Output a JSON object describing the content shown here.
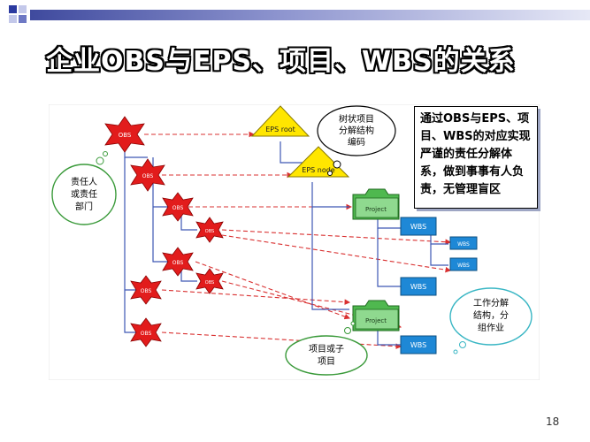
{
  "slide": {
    "title": "企业OBS与EPS、项目、WBS的关系",
    "note": "通过OBS与EPS、项目、WBS的对应实现严谨的责任分解体系，做到事事有人负责，无管理盲区",
    "page_number": "18"
  },
  "diagram": {
    "obs_node_label": "OBS",
    "eps_root_label": "EPS root",
    "eps_node_label": "EPS node",
    "project_label": "Project",
    "wbs_label": "WBS",
    "callout_tree_code": [
      "树状项目",
      "分解结构",
      "编码"
    ],
    "callout_responsible": [
      "责任人",
      "或责任",
      "部门"
    ],
    "callout_project": [
      "项目或子",
      "项目"
    ],
    "callout_wbs": [
      "工作分解",
      "结构，分",
      "组作业"
    ]
  },
  "colors": {
    "obs_red": "#e21c1c",
    "eps_yellow": "#ffe600",
    "project_green": "#3aa13a",
    "wbs_blue": "#1e88d6",
    "dashed_red": "#d93030",
    "connector_blue": "#3e58b5",
    "callout_border": "#000000",
    "callout_cyan": "#39b6c4",
    "callout_green": "#3a9a3a"
  }
}
